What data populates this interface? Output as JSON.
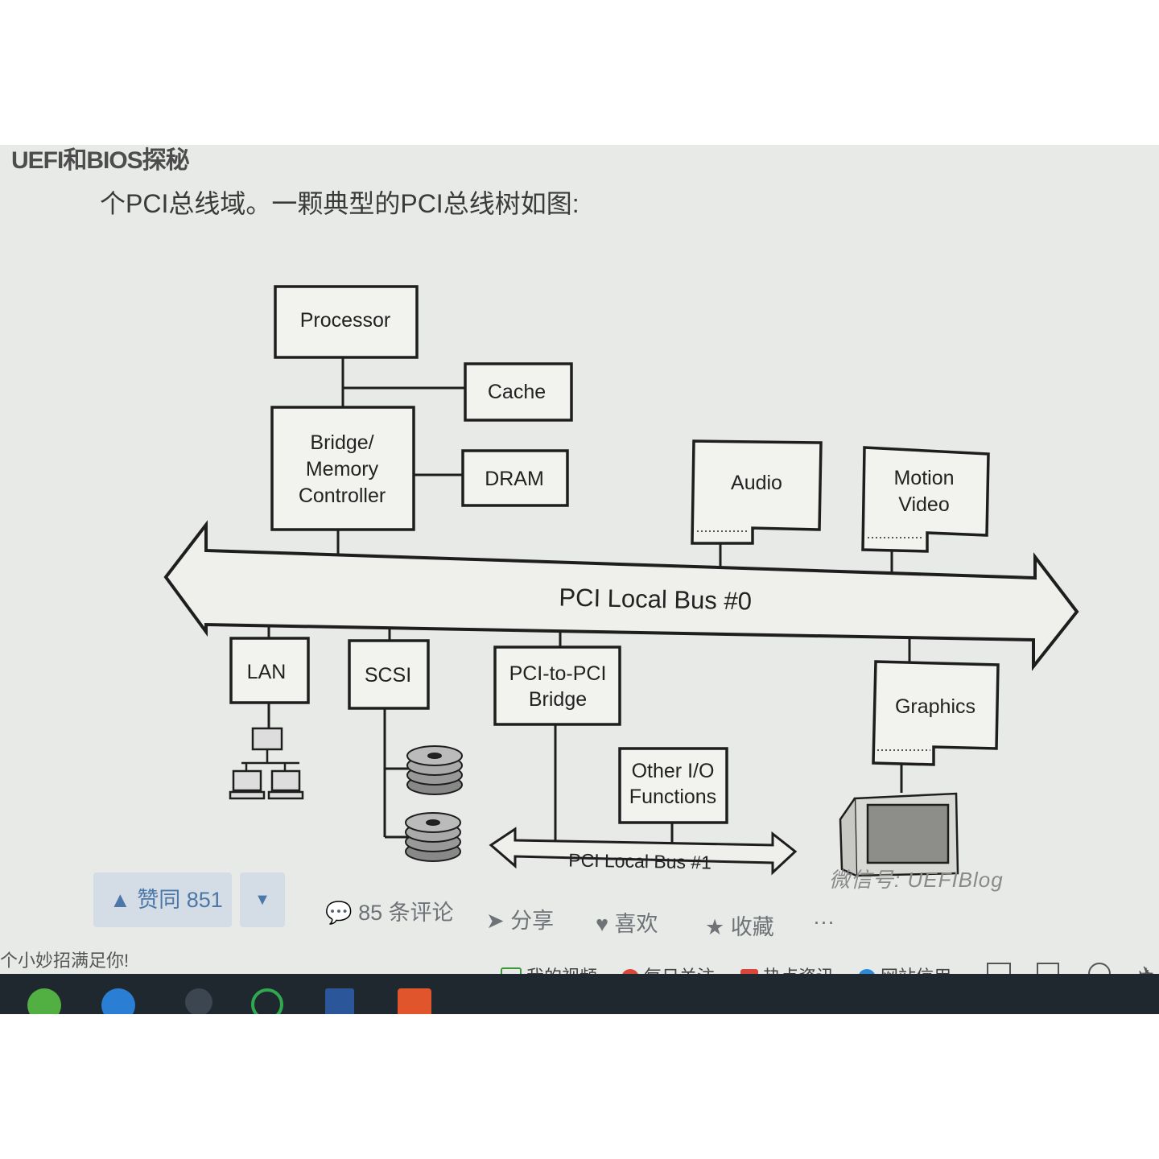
{
  "header": {
    "site_title": "UEFI和BIOS探秘",
    "intro_text": "个PCI总线域。一颗典型的PCI总线树如图:"
  },
  "diagram": {
    "blocks": {
      "processor": "Processor",
      "cache": "Cache",
      "bridge": [
        "Bridge/",
        "Memory",
        "Controller"
      ],
      "dram": "DRAM",
      "audio": "Audio",
      "motion_video": [
        "Motion",
        "Video"
      ],
      "lan": "LAN",
      "scsi": "SCSI",
      "pci_bridge": [
        "PCI-to-PCI",
        "Bridge"
      ],
      "graphics": "Graphics",
      "other_io": [
        "Other I/O",
        "Functions"
      ]
    },
    "buses": {
      "bus0": "PCI Local Bus #0",
      "bus1": "PCI Local Bus #1"
    },
    "watermark": "微信号: UEFIBlog"
  },
  "actions": {
    "vote_up": "▲ 赞同 851",
    "vote_down": "▼",
    "comments": "85 条评论",
    "share": "分享",
    "like": "喜欢",
    "collect": "收藏",
    "more": "···"
  },
  "ad_line": "个小妙招满足你!",
  "browser_bar": {
    "my_video": "我的视频",
    "daily_follow": "每日关注",
    "hot_news": "热点资讯",
    "site_credit": "网站信用"
  },
  "colors": {
    "screen_bg": "#e7eae6",
    "vote_blue": "#4c78a8",
    "taskbar": "#20282f"
  }
}
